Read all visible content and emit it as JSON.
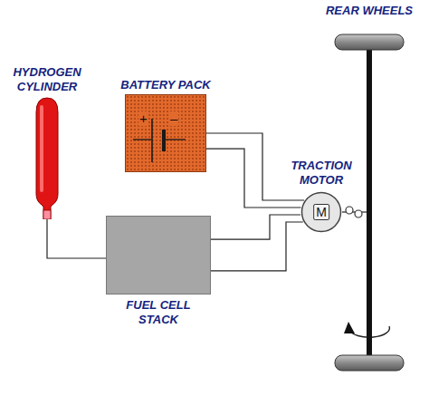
{
  "diagram": {
    "nodes": [
      {
        "text": [
          "HYDROGEN CYLINDER"
        ]
      },
      {
        "text": [
          "BATTERY PACK",
          "+",
          "–"
        ]
      },
      {
        "text": [
          "FUEL CELL STACK"
        ]
      },
      {
        "text": [
          "TRACTION MOTOR",
          "M"
        ]
      },
      {
        "text": [
          "REAR WHEELS"
        ]
      }
    ],
    "edges": [
      {
        "from": 0,
        "to": 2,
        "arrow": "none"
      },
      {
        "from": 1,
        "to": 3,
        "arrow": "none"
      },
      {
        "from": 1,
        "to": 3,
        "arrow": "none"
      },
      {
        "from": 2,
        "to": 3,
        "arrow": "none"
      },
      {
        "from": 2,
        "to": 3,
        "arrow": "none"
      },
      {
        "from": 3,
        "to": 4,
        "arrow": "none"
      }
    ]
  }
}
